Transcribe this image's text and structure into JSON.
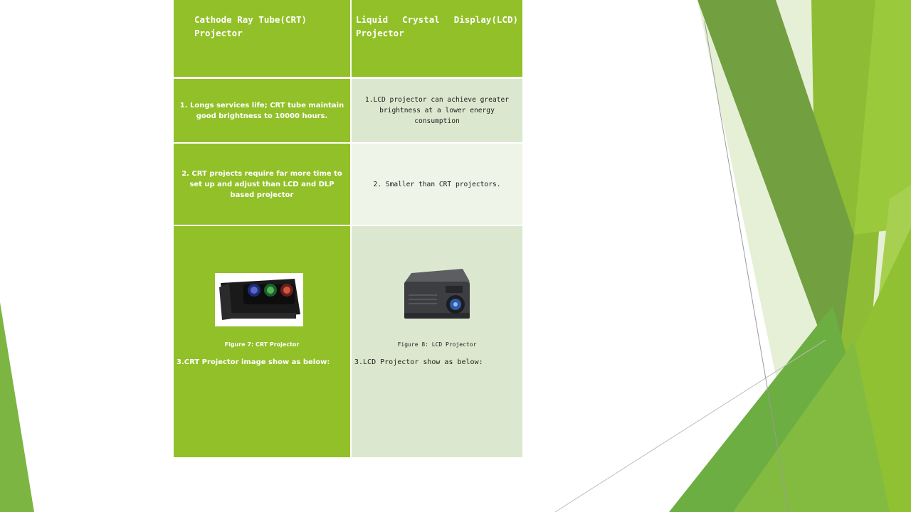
{
  "table": {
    "header": {
      "crt": "Cathode Ray Tube(CRT) Projector",
      "lcd_word1": "Liquid",
      "lcd_word2": "Crystal",
      "lcd_word3": "Display(LCD)",
      "lcd_word4": "Projector"
    },
    "rows": [
      {
        "crt": "1. Longs services life; CRT tube maintain good brightness to 10000 hours.",
        "lcd": "1.LCD projector can achieve greater brightness at a lower energy consumption"
      },
      {
        "crt": "2. CRT projects require far more time to set up and adjust than LCD and DLP based projector",
        "lcd": "2. Smaller than CRT projectors."
      }
    ],
    "figures": {
      "crt_caption": "Figure 7: CRT Projector",
      "crt_note": "3.CRT Projector image show as below:",
      "lcd_caption": "Figure 8: LCD Projector",
      "lcd_note": "3.LCD Projector show as below:"
    }
  },
  "colors": {
    "green": "#92c028",
    "light_green_1": "#dbe8cf",
    "light_green_2": "#eef4e8"
  }
}
